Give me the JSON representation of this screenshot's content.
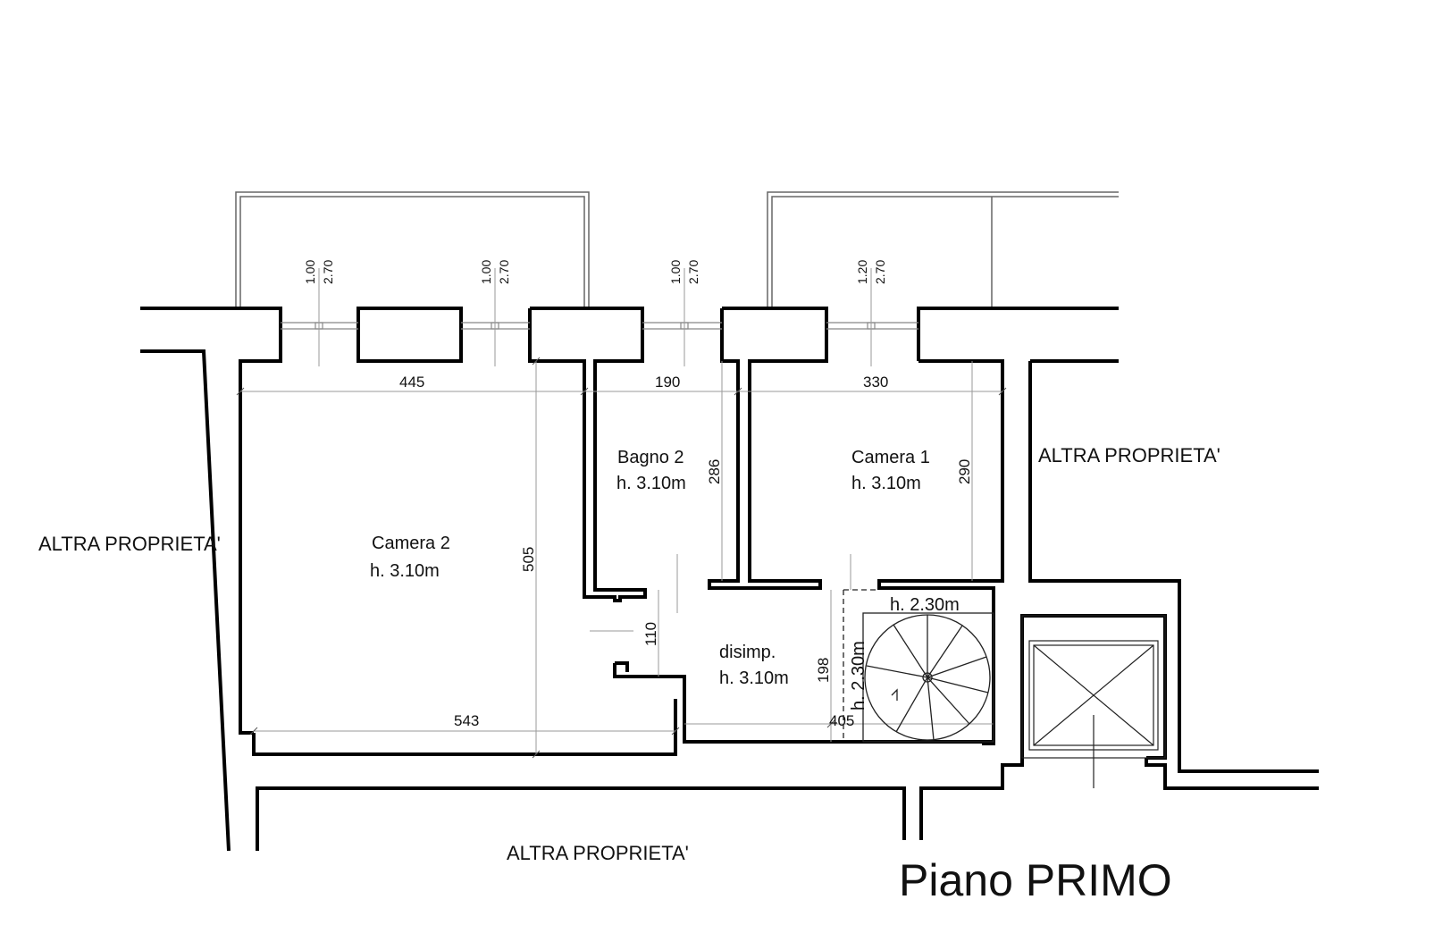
{
  "title": "Piano PRIMO",
  "neighbours": {
    "left": "ALTRA PROPRIETA'",
    "right": "ALTRA PROPRIETA'",
    "bottom": "ALTRA PROPRIETA'"
  },
  "rooms": {
    "camera2": {
      "name": "Camera 2",
      "height": "h. 3.10m"
    },
    "bagno2": {
      "name": "Bagno 2",
      "height": "h. 3.10m"
    },
    "camera1": {
      "name": "Camera 1",
      "height": "h. 3.10m"
    },
    "disimp": {
      "name": "disimp.",
      "height": "h. 3.10m"
    },
    "stair": {
      "height_horizontal": "h. 2.30m",
      "height_vertical": "h. 2.30m"
    }
  },
  "windows": [
    {
      "width": "1.00",
      "height": "2.70"
    },
    {
      "width": "1.00",
      "height": "2.70"
    },
    {
      "width": "1.00",
      "height": "2.70"
    },
    {
      "width": "1.20",
      "height": "2.70"
    }
  ],
  "dimensions": {
    "camera2_width": "445",
    "bagno2_width": "190",
    "camera1_width": "330",
    "bagno2_depth": "286",
    "camera1_depth": "290",
    "camera2_depth": "505",
    "corridor_opening": "110",
    "camera2_bottom_width": "543",
    "disimp_depth": "198",
    "disimp_width": "405"
  }
}
